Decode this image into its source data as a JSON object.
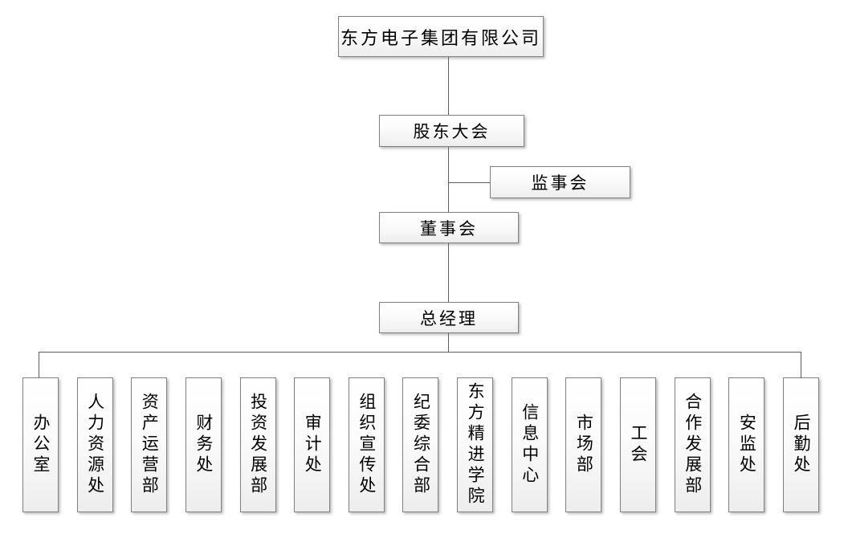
{
  "diagram": {
    "type": "org-chart",
    "nodes": {
      "company": "东方电子集团有限公司",
      "shareholders_meeting": "股东大会",
      "supervisory_board": "监事会",
      "board_of_directors": "董事会",
      "general_manager": "总经理"
    },
    "departments": [
      "办公室",
      "人力资源处",
      "资产运营部",
      "财务处",
      "投资发展部",
      "审计处",
      "组织宣传处",
      "纪委综合部",
      "东方精进学院",
      "信息中心",
      "市场部",
      "工会",
      "合作发展部",
      "安监处",
      "后勤处"
    ],
    "colors": {
      "box_border": "#808080",
      "connector": "#5e5e5e",
      "text": "#000000",
      "background": "#ffffff"
    }
  }
}
